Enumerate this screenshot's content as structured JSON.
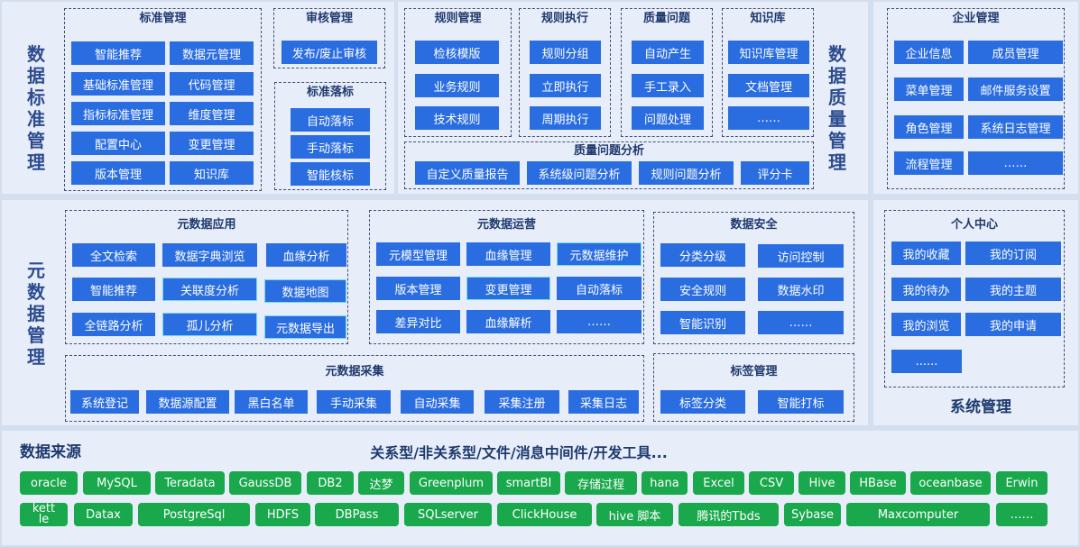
{
  "colors": {
    "background": "#d3deef",
    "panel": "#e8eef9",
    "button_blue": "#2a6de0",
    "button_green": "#19a84c",
    "title_navy": "#1e3a6e",
    "highlight_border": "#6fdcf5"
  },
  "standard": {
    "side_title": "数据标准管理",
    "std_mgmt": {
      "title": "标准管理",
      "items": [
        "智能推荐",
        "数据元管理",
        "基础标准管理",
        "代码管理",
        "指标标准管理",
        "维度管理",
        "配置中心",
        "变更管理",
        "版本管理",
        "知识库"
      ]
    },
    "audit": {
      "title": "审核管理",
      "items": [
        "发布/废止审核"
      ]
    },
    "landing": {
      "title": "标准落标",
      "items": [
        "自动落标",
        "手动落标",
        "智能核标"
      ]
    }
  },
  "quality": {
    "side_title": "数据质量管理",
    "rules": {
      "title": "规则管理",
      "items": [
        "检核模版",
        "业务规则",
        "技术规则"
      ]
    },
    "exec": {
      "title": "规则执行",
      "items": [
        "规则分组",
        "立即执行",
        "周期执行"
      ]
    },
    "issues": {
      "title": "质量问题",
      "items": [
        "自动产生",
        "手工录入",
        "问题处理"
      ]
    },
    "kb": {
      "title": "知识库",
      "items": [
        "知识库管理",
        "文档管理",
        "……"
      ]
    },
    "analysis": {
      "title": "质量问题分析",
      "items": [
        "自定义质量报告",
        "系统级问题分析",
        "规则问题分析",
        "评分卡"
      ]
    }
  },
  "enterprise": {
    "title": "企业管理",
    "items": [
      "企业信息",
      "成员管理",
      "菜单管理",
      "邮件服务设置",
      "角色管理",
      "系统日志管理",
      "流程管理",
      "……"
    ]
  },
  "metadata": {
    "side_title": "元数据管理",
    "app": {
      "title": "元数据应用",
      "items": [
        "全文检索",
        "数据字典浏览",
        "血缘分析",
        "智能推荐",
        "关联度分析",
        "数据地图",
        "全链路分析",
        "孤儿分析",
        "元数据导出"
      ]
    },
    "ops": {
      "title": "元数据运营",
      "items": [
        "元模型管理",
        "血缘管理",
        "元数据维护",
        "版本管理",
        "变更管理",
        "自动落标",
        "差异对比",
        "血缘解析",
        "……"
      ]
    },
    "security": {
      "title": "数据安全",
      "items": [
        "分类分级",
        "访问控制",
        "安全规则",
        "数据水印",
        "智能识别",
        "……"
      ]
    },
    "collect": {
      "title": "元数据采集",
      "items": [
        "系统登记",
        "数据源配置",
        "黑白名单",
        "手动采集",
        "自动采集",
        "采集注册",
        "采集日志"
      ]
    },
    "tags": {
      "title": "标签管理",
      "items": [
        "标签分类",
        "智能打标"
      ]
    }
  },
  "system": {
    "title": "系统管理",
    "personal": {
      "title": "个人中心",
      "items": [
        "我的收藏",
        "我的订阅",
        "我的待办",
        "我的主题",
        "我的浏览",
        "我的申请",
        "......"
      ]
    }
  },
  "sources": {
    "title": "数据来源",
    "subtitle": "关系型/非关系型/文件/消息中间件/开发工具...",
    "row1": [
      "oracle",
      "MySQL",
      "Teradata",
      "GaussDB",
      "DB2",
      "达梦",
      "Greenplum",
      "smartBI",
      "存储过程",
      "hana",
      "Excel",
      "CSV",
      "Hive",
      "HBase",
      "oceanbase",
      "Erwin"
    ],
    "row2": [
      "kettle",
      "Datax",
      "PostgreSql",
      "HDFS",
      "DBPass",
      "SQLserver",
      "ClickHouse",
      "hive 脚本",
      "腾讯的Tbds",
      "Sybase",
      "Maxcomputer",
      "……"
    ]
  }
}
